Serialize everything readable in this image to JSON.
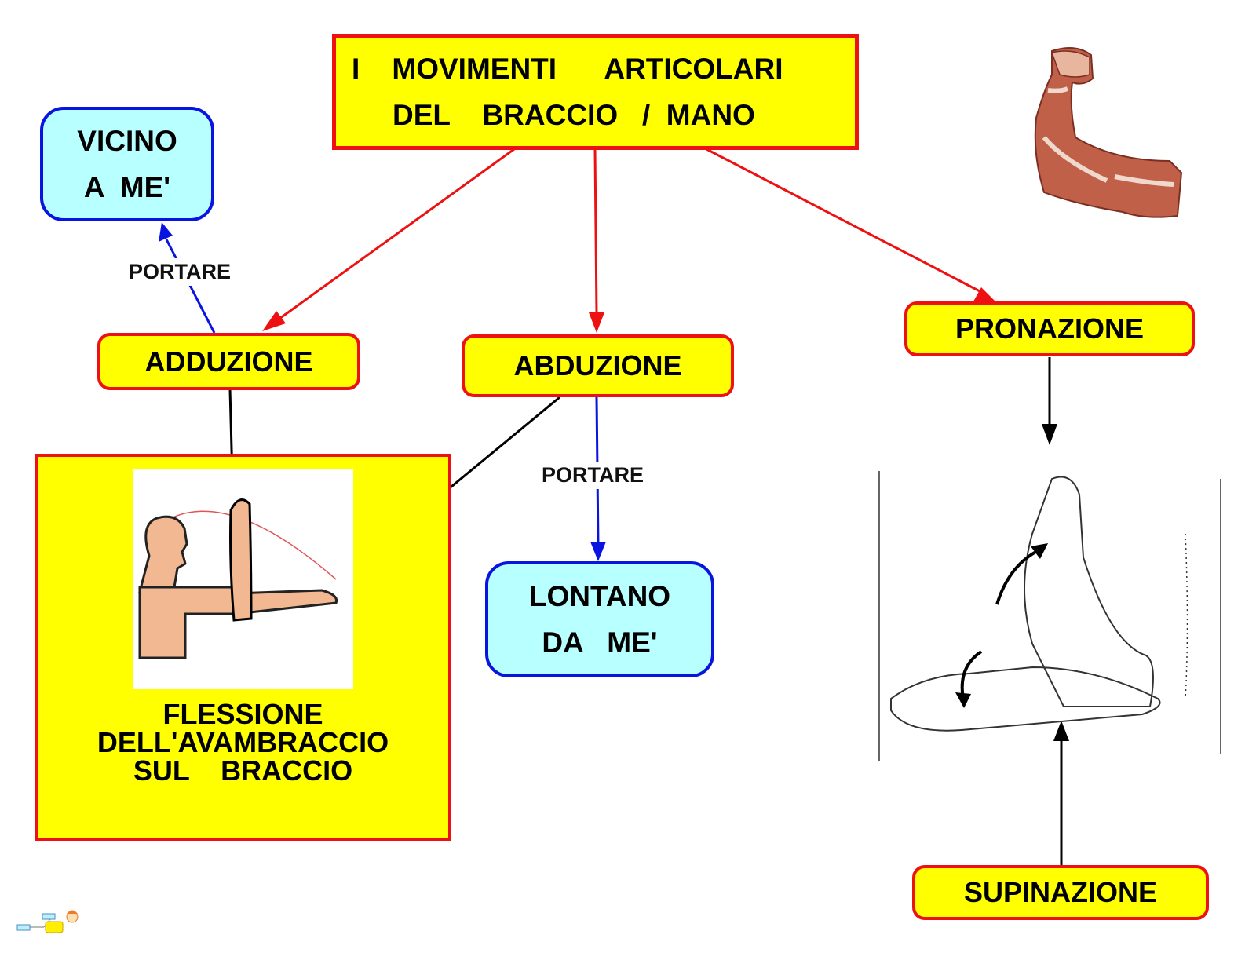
{
  "title": {
    "line1": "I    MOVIMENTI      ARTICOLARI",
    "line2": "DEL    BRACCIO   /  MANO"
  },
  "nodes": {
    "vicino": {
      "line1": "VICINO",
      "line2": "A  ME'"
    },
    "adduzione": "ADDUZIONE",
    "abduzione": "ABDUZIONE",
    "pronazione": "PRONAZIONE",
    "supinazione": "SUPINAZIONE",
    "lontano": {
      "line1": "LONTANO",
      "line2": "DA   ME'"
    },
    "flessione": {
      "line1": "FLESSIONE",
      "line2": "DELL'AVAMBRACCIO",
      "line3": "SUL    BRACCIO"
    }
  },
  "link_labels": {
    "adduzione_to_vicino": "PORTARE",
    "abduzione_to_lontano": "PORTARE"
  },
  "images": {
    "arm_muscle": "flexed-arm-muscle-illustration",
    "arm_flexion": "arm-flexion-illustration",
    "forearm_rotation": "forearm-pronation-supination-drawing",
    "logo": "cmap-logo"
  },
  "colors": {
    "concept_fill": "#ffff00",
    "concept_border": "#ee1111",
    "target_fill": "#b8ffff",
    "target_border": "#0a14e0",
    "link_red": "#ee1111",
    "link_blue": "#0a14e0",
    "link_black": "#000000"
  }
}
